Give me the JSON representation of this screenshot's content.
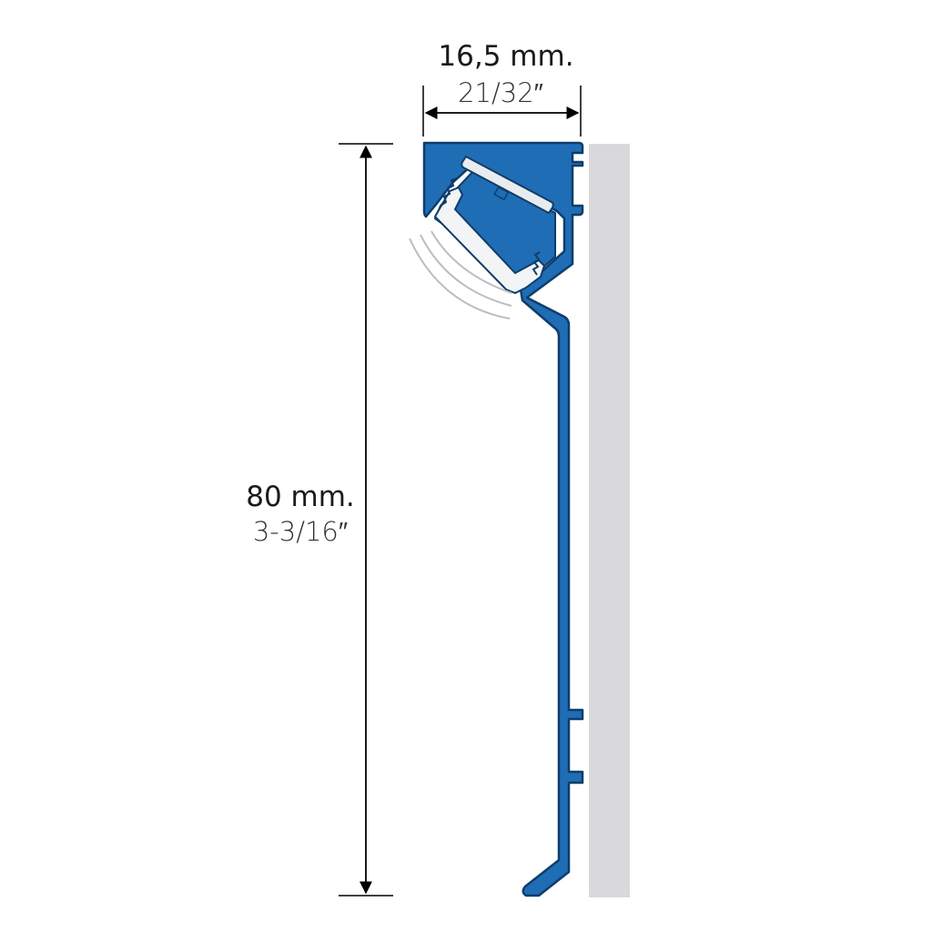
{
  "dimensions": {
    "width": {
      "metric": "16,5 mm.",
      "imperial": "21/32″"
    },
    "height": {
      "metric": "80 mm.",
      "imperial": "3-3/16″"
    }
  },
  "colors": {
    "profile_fill": "#1f6db5",
    "profile_outline": "#0f3d6b",
    "wall": "#d9d9db",
    "led_housing": "#f2f4f6",
    "light_arcs": "#bdbdbd",
    "dimension_lines": "#000000"
  }
}
